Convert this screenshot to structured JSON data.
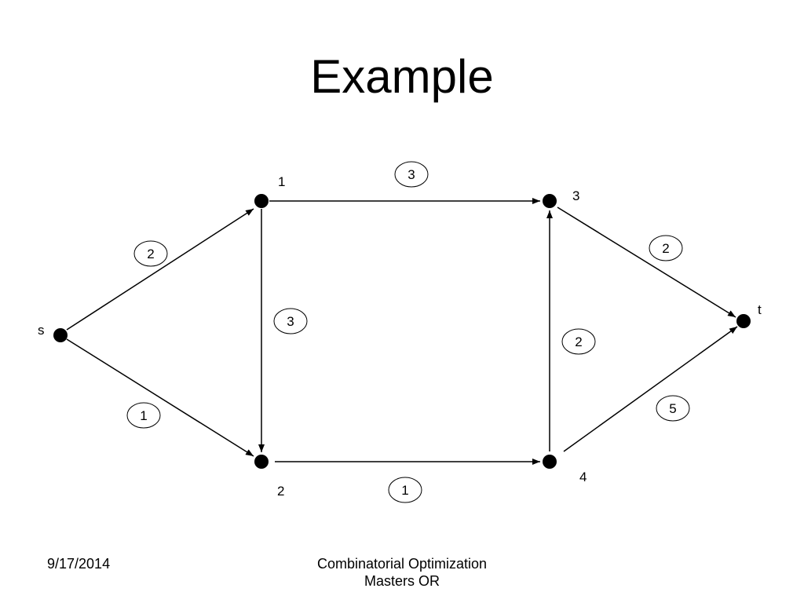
{
  "slide": {
    "title": "Example"
  },
  "graph": {
    "nodes": [
      {
        "id": "s",
        "label": "s"
      },
      {
        "id": "1",
        "label": "1"
      },
      {
        "id": "2",
        "label": "2"
      },
      {
        "id": "3",
        "label": "3"
      },
      {
        "id": "4",
        "label": "4"
      },
      {
        "id": "t",
        "label": "t"
      }
    ],
    "edges": [
      {
        "from": "s",
        "to": "1",
        "weight": "2"
      },
      {
        "from": "s",
        "to": "2",
        "weight": "1"
      },
      {
        "from": "1",
        "to": "2",
        "weight": "3"
      },
      {
        "from": "1",
        "to": "3",
        "weight": "3"
      },
      {
        "from": "2",
        "to": "4",
        "weight": "1"
      },
      {
        "from": "4",
        "to": "3",
        "weight": "2"
      },
      {
        "from": "3",
        "to": "t",
        "weight": "2"
      },
      {
        "from": "4",
        "to": "t",
        "weight": "5"
      }
    ]
  },
  "footer": {
    "date": "9/17/2014",
    "line1": "Combinatorial Optimization",
    "line2": "Masters OR"
  }
}
